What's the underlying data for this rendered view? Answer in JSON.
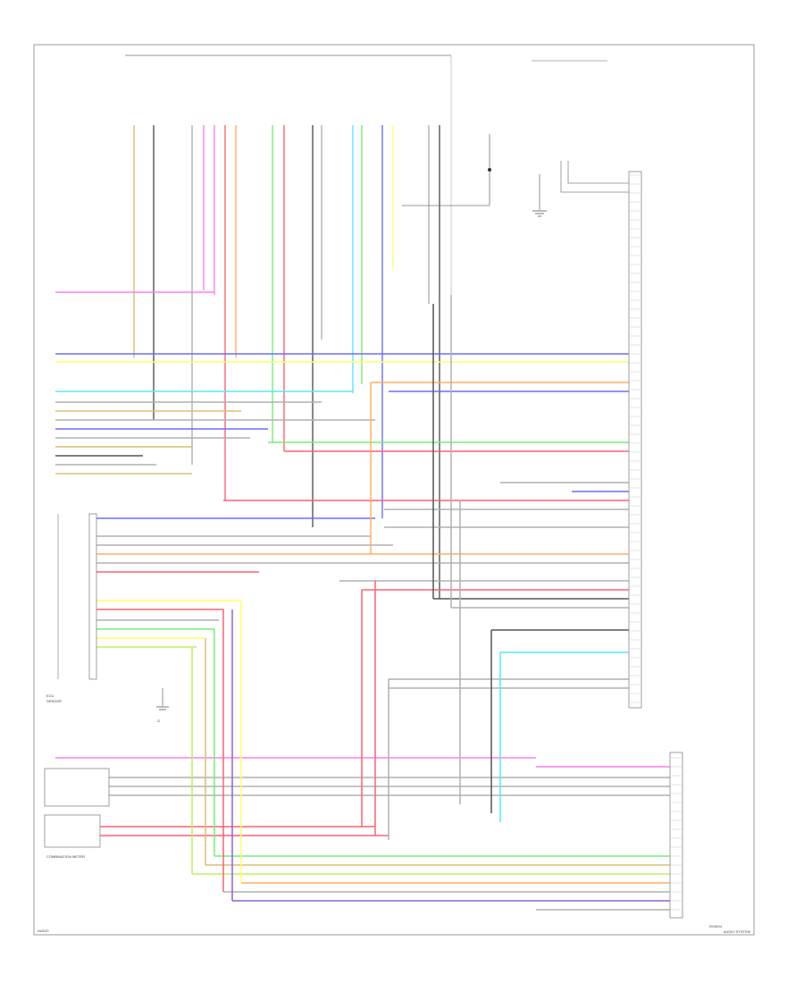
{
  "diagram": {
    "footer_left": "AUDIO",
    "footer_right_line1": "2015/04",
    "footer_right_line2": "AUDIO SYSTEM",
    "ecu_label": "ECU",
    "sensor_label": "SENSOR",
    "meter_label": "COMBINATION METER",
    "ground_label": "G",
    "colors": {
      "pink": "#ff7ff0",
      "blue": "#6d6dff",
      "yellow": "#ffff66",
      "cyan": "#58e6ff",
      "orange": "#ffb060",
      "green": "#77ee77",
      "red": "#ff6070",
      "purple": "#9060d0",
      "grey": "#b0b0b0",
      "dark": "#555555",
      "tan": "#d8c070",
      "lime": "#bbf060"
    }
  }
}
